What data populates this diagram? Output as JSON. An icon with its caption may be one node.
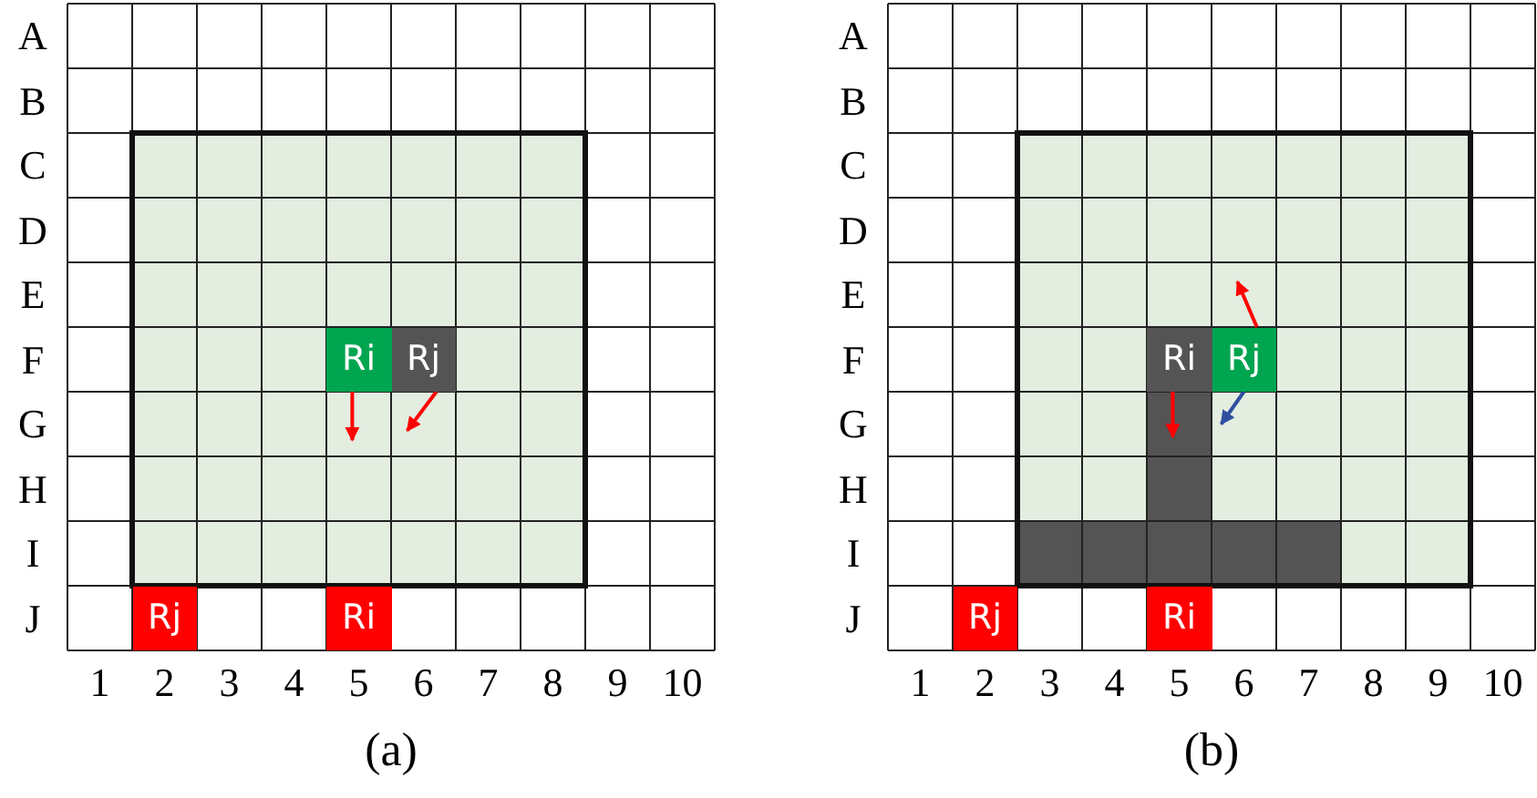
{
  "diagram": {
    "nodes": [
      {
        "text": [
          "Ri"
        ]
      },
      {
        "text": [
          "Rj"
        ]
      },
      {
        "text": [
          "Rj"
        ]
      },
      {
        "text": [
          "Ri"
        ]
      },
      {
        "text": [
          "Ri"
        ]
      },
      {
        "text": [
          "Rj"
        ]
      },
      {
        "text": [
          "Rj"
        ]
      },
      {
        "text": [
          "Ri"
        ]
      }
    ],
    "edges": [
      {
        "from": 0,
        "to": null,
        "arrow": "to"
      },
      {
        "from": 1,
        "to": null,
        "arrow": "to"
      },
      {
        "from": 5,
        "to": null,
        "arrow": "to"
      },
      {
        "from": 4,
        "to": null,
        "arrow": "to"
      },
      {
        "from": 5,
        "to": null,
        "arrow": "to",
        "color": "#2f4f9f"
      }
    ],
    "labels": [
      "A",
      "B",
      "C",
      "D",
      "E",
      "F",
      "G",
      "H",
      "I",
      "J",
      "1",
      "2",
      "3",
      "4",
      "5",
      "6",
      "7",
      "8",
      "9",
      "10",
      "(a)",
      "A",
      "B",
      "C",
      "D",
      "E",
      "F",
      "G",
      "H",
      "I",
      "J",
      "1",
      "2",
      "3",
      "4",
      "5",
      "6",
      "7",
      "8",
      "9",
      "10",
      "(b)"
    ]
  }
}
